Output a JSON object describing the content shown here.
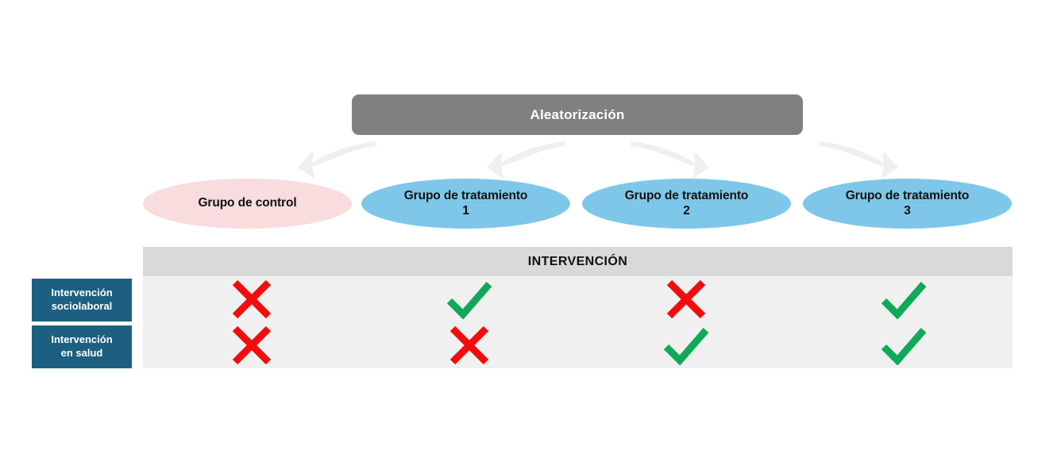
{
  "diagram": {
    "randomization": {
      "title": "Aleatorización",
      "box_color": "#808080"
    },
    "arrows": [
      {
        "name": "arrow-to-control",
        "direction": "down-left"
      },
      {
        "name": "arrow-to-treatment-1",
        "direction": "down-left"
      },
      {
        "name": "arrow-to-treatment-2",
        "direction": "down-right"
      },
      {
        "name": "arrow-to-treatment-3",
        "direction": "down-right"
      }
    ],
    "groups": [
      {
        "label": "Grupo de control",
        "color": "#F8DCDE"
      },
      {
        "label": "Grupo de tratamiento\n1",
        "color": "#7FC7E8"
      },
      {
        "label": "Grupo de tratamiento\n2",
        "color": "#7FC7E8"
      },
      {
        "label": "Grupo de tratamiento\n3",
        "color": "#7FC7E8"
      }
    ],
    "intervention_table": {
      "header": "INTERVENCIÓN",
      "header_color": "#d9d9d9",
      "body_color": "#f0f0f0",
      "row_labels": [
        "Intervención\nsociolaboral",
        "Intervención\nen salud"
      ],
      "row_label_color": "#1D5F80",
      "cross_color": "#F40C0C",
      "check_color": "#0FA958",
      "rows": [
        {
          "label": "Intervención sociolaboral",
          "marks": [
            "cross",
            "check",
            "cross",
            "check"
          ]
        },
        {
          "label": "Intervención en salud",
          "marks": [
            "cross",
            "cross",
            "check",
            "check"
          ]
        }
      ]
    }
  }
}
